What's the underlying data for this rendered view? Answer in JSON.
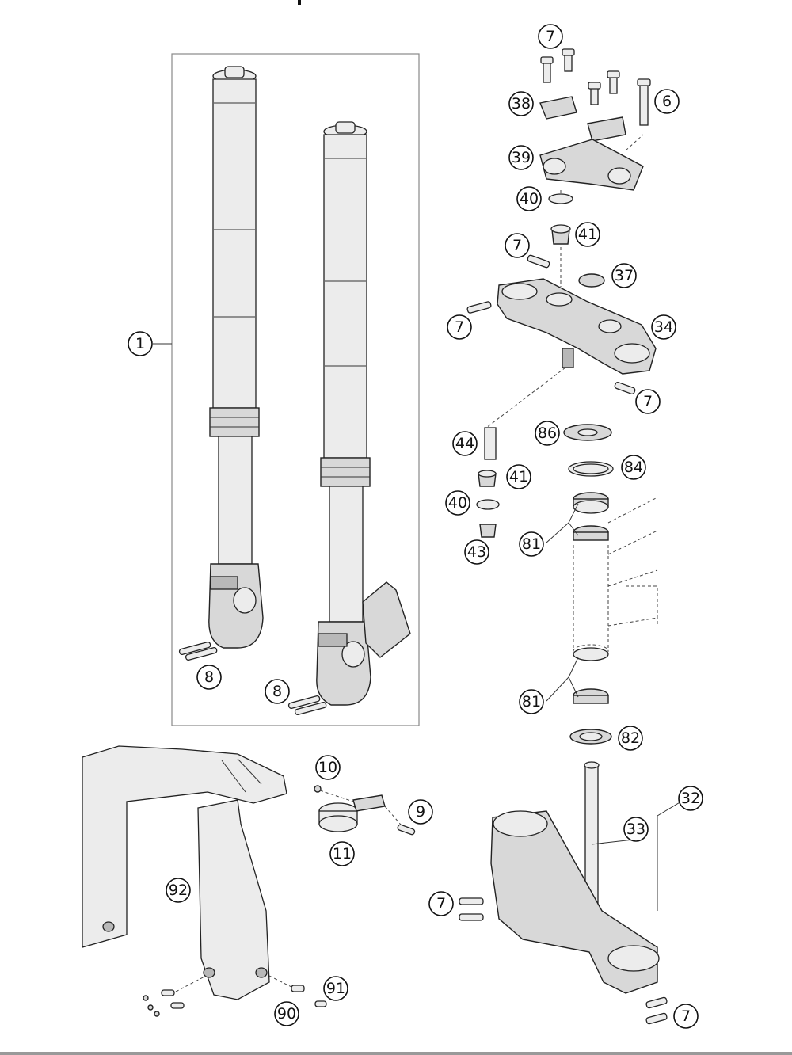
{
  "diagram": {
    "callouts": {
      "c1": "1",
      "c6": "6",
      "c7a": "7",
      "c7b": "7",
      "c7c": "7",
      "c7d": "7",
      "c7e": "7",
      "c7f": "7",
      "c8a": "8",
      "c8b": "8",
      "c9": "9",
      "c10": "10",
      "c11": "11",
      "c32": "32",
      "c33": "33",
      "c34": "34",
      "c37": "37",
      "c38": "38",
      "c39": "39",
      "c40a": "40",
      "c40b": "40",
      "c41a": "41",
      "c41b": "41",
      "c43": "43",
      "c44": "44",
      "c81a": "81",
      "c81b": "81",
      "c82": "82",
      "c84": "84",
      "c86": "86",
      "c90": "90",
      "c91": "91",
      "c92": "92"
    }
  }
}
